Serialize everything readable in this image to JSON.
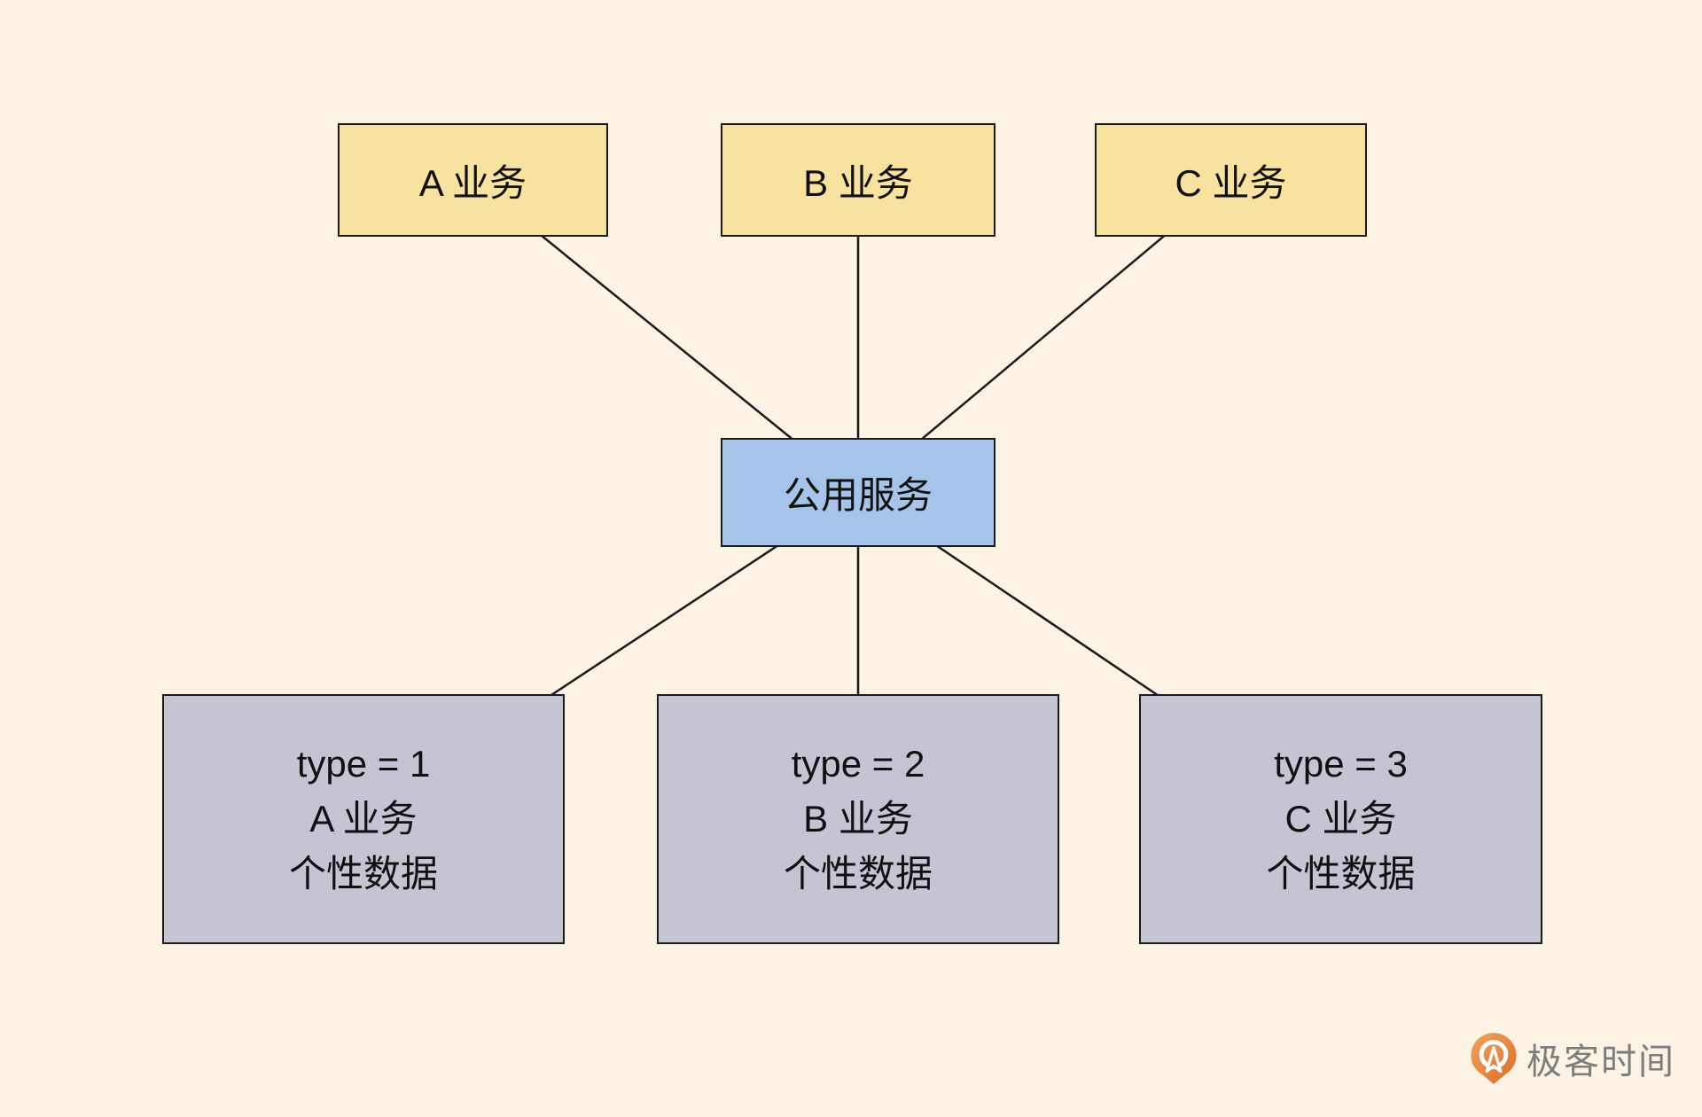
{
  "diagram": {
    "top_nodes": [
      {
        "label": "A 业务"
      },
      {
        "label": "B 业务"
      },
      {
        "label": "C 业务"
      }
    ],
    "center_node": {
      "label": "公用服务"
    },
    "bottom_nodes": [
      {
        "lines": [
          "type = 1",
          "A 业务",
          "个性数据"
        ]
      },
      {
        "lines": [
          "type = 2",
          "B 业务",
          "个性数据"
        ]
      },
      {
        "lines": [
          "type = 3",
          "C 业务",
          "个性数据"
        ]
      }
    ]
  },
  "colors": {
    "background": "#FCF3E4",
    "top_node_fill": "#F8E2A0",
    "center_node_fill": "#A6C4E9",
    "bottom_node_fill": "#C5C4D2",
    "border": "#1A1A1A",
    "text": "#111111",
    "logo_orange_light": "#F2A35C",
    "logo_orange_dark": "#DE6B2A",
    "logo_text": "#7D7D7D"
  },
  "footer": {
    "brand": "极客时间"
  }
}
